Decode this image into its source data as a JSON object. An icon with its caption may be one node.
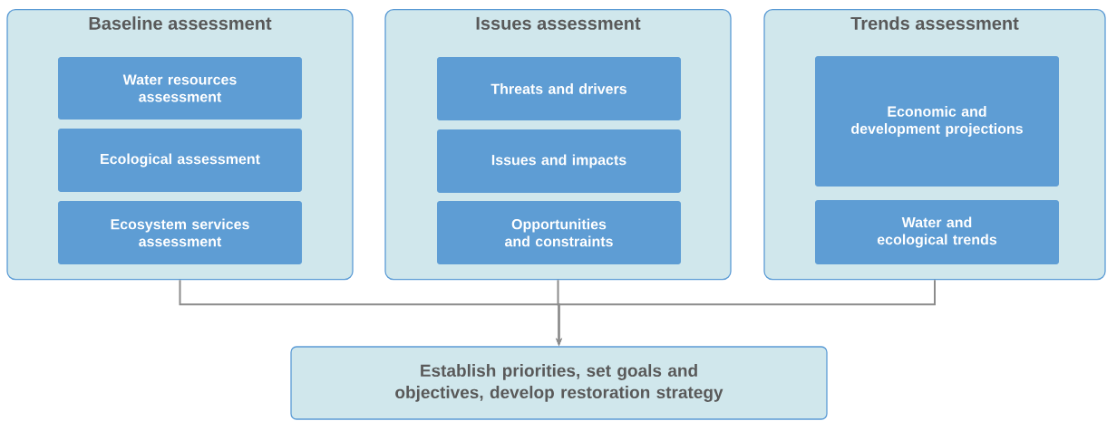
{
  "diagram": {
    "nodes": [
      {
        "text": [
          "Baseline assessment"
        ]
      },
      {
        "text": [
          "Water resources assessment"
        ],
        "in": 0
      },
      {
        "text": [
          "Ecological assessment"
        ],
        "in": 0
      },
      {
        "text": [
          "Ecosystem services assessment"
        ],
        "in": 0
      },
      {
        "text": [
          "Issues assessment"
        ]
      },
      {
        "text": [
          "Threats and drivers"
        ],
        "in": 4
      },
      {
        "text": [
          "Issues and impacts"
        ],
        "in": 4
      },
      {
        "text": [
          "Opportunities and constraints"
        ],
        "in": 4
      },
      {
        "text": [
          "Trends assessment"
        ]
      },
      {
        "text": [
          "Economic and development projections"
        ],
        "in": 8
      },
      {
        "text": [
          "Water and ecological trends"
        ],
        "in": 8
      },
      {
        "text": [
          "Establish priorities, set goals and objectives, develop restoration strategy"
        ]
      }
    ],
    "edges": [
      {
        "from": 0,
        "to": 11,
        "arrow": "to"
      },
      {
        "from": 4,
        "to": 11,
        "arrow": "to"
      },
      {
        "from": 8,
        "to": 11,
        "arrow": "to"
      }
    ]
  }
}
